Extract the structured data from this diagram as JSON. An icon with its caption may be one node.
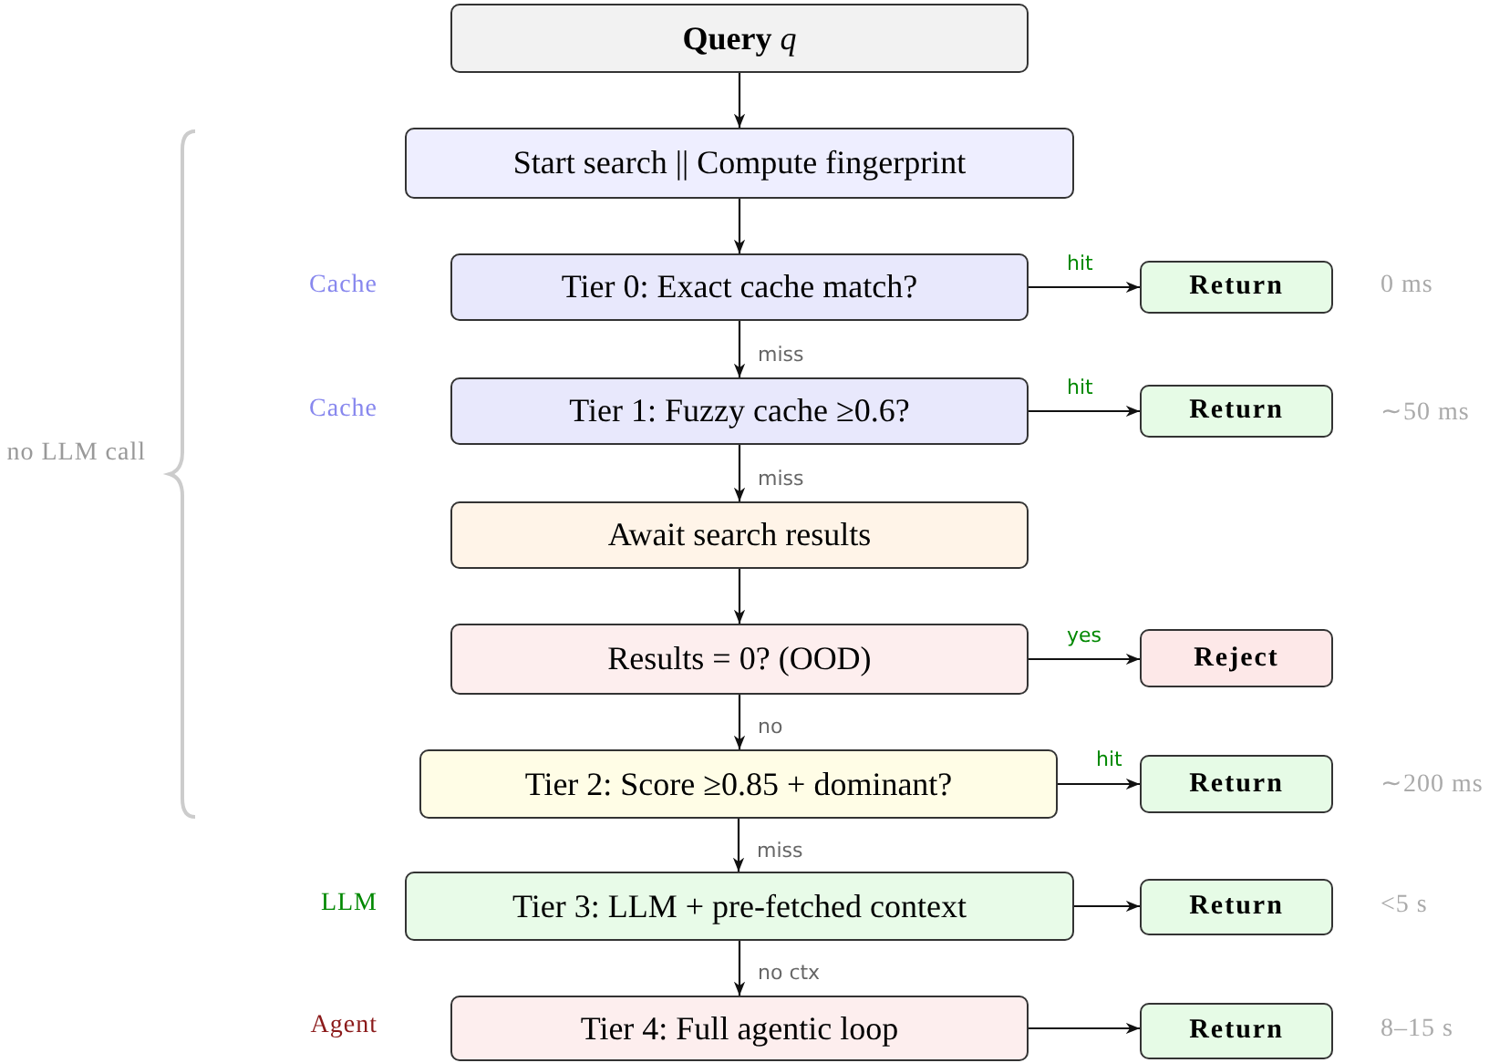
{
  "diagram": {
    "nodes": [
      {
        "text": [
          "**Query** *q*"
        ]
      },
      {
        "text": [
          "Start search || Compute fingerprint"
        ]
      },
      {
        "text": [
          "Tier 0: Exact cache match?"
        ],
        "beside": [
          "Cache"
        ]
      },
      {
        "text": [
          "Return"
        ],
        "beside": [
          "0 ms"
        ]
      },
      {
        "text": [
          "Tier 1: Fuzzy cache ≥0.6?"
        ],
        "beside": [
          "Cache"
        ]
      },
      {
        "text": [
          "Return"
        ],
        "beside": [
          "∼50 ms"
        ]
      },
      {
        "text": [
          "Await search results"
        ]
      },
      {
        "text": [
          "Results = 0? (OOD)"
        ]
      },
      {
        "text": [
          "Reject"
        ]
      },
      {
        "text": [
          "Tier 2: Score ≥0.85 + dominant?"
        ]
      },
      {
        "text": [
          "Return"
        ],
        "beside": [
          "∼200 ms"
        ]
      },
      {
        "text": [
          "Tier 3: LLM + pre-fetched context"
        ],
        "beside": [
          "LLM"
        ]
      },
      {
        "text": [
          "Return"
        ],
        "beside": [
          "<5 s"
        ]
      },
      {
        "text": [
          "Tier 4: Full agentic loop"
        ],
        "beside": [
          "Agent"
        ]
      },
      {
        "text": [
          "Return"
        ],
        "beside": [
          "8–15 s"
        ]
      }
    ],
    "edges": [
      {
        "from": 0,
        "to": 1,
        "arrow": "to"
      },
      {
        "from": 1,
        "to": 2,
        "arrow": "to"
      },
      {
        "from": 2,
        "to": 3,
        "arrow": "to",
        "label": "hit"
      },
      {
        "from": 2,
        "to": 4,
        "arrow": "to",
        "label": "miss"
      },
      {
        "from": 4,
        "to": 5,
        "arrow": "to",
        "label": "hit"
      },
      {
        "from": 4,
        "to": 6,
        "arrow": "to",
        "label": "miss"
      },
      {
        "from": 6,
        "to": 7,
        "arrow": "to"
      },
      {
        "from": 7,
        "to": 8,
        "arrow": "to",
        "label": "yes"
      },
      {
        "from": 7,
        "to": 9,
        "arrow": "to",
        "label": "no"
      },
      {
        "from": 9,
        "to": 10,
        "arrow": "to",
        "label": "hit"
      },
      {
        "from": 9,
        "to": 11,
        "arrow": "to",
        "label": "miss"
      },
      {
        "from": 11,
        "to": 12,
        "arrow": "to"
      },
      {
        "from": 11,
        "to": 13,
        "arrow": "to",
        "label": "no ctx"
      },
      {
        "from": 13,
        "to": 14,
        "arrow": "to"
      }
    ],
    "labels": [
      "no LLM call"
    ]
  }
}
